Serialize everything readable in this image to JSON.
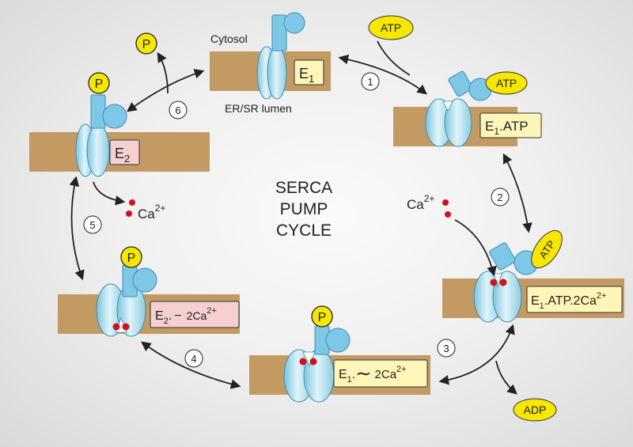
{
  "labels": {
    "cytosol": "Cytosol",
    "lumen": "ER/SR lumen",
    "center_line1": "SERCA",
    "center_line2": "PUMP",
    "center_line3": "CYCLE"
  },
  "molecules": {
    "atp": "ATP",
    "adp": "ADP",
    "phosphate": "P",
    "calcium": "Ca",
    "calcium_charge": "2+"
  },
  "states": {
    "e1": {
      "main": "E",
      "sub": "1"
    },
    "e1_atp": {
      "main": "E",
      "sub": "1",
      "rest": ".ATP"
    },
    "e1_atp_2ca": {
      "main": "E",
      "sub": "1",
      "rest": ".ATP.2Ca",
      "sup": "2+"
    },
    "e1_p_2ca": {
      "main": "E",
      "sub": "1",
      "rest": ".",
      "tilde": "∼",
      "ca": " 2Ca",
      "sup": "2+"
    },
    "e2_p_2ca": {
      "main": "E",
      "sub": "2",
      "rest": ".",
      "dash": "−",
      "ca": "2Ca",
      "sup": "2+"
    },
    "e2": {
      "main": "E",
      "sub": "2"
    }
  },
  "steps": [
    "1",
    "2",
    "3",
    "4",
    "5",
    "6"
  ],
  "colors": {
    "membrane": "#c49a63",
    "protein": "#a9dcea",
    "protein_head": "#7fc7e6",
    "atp_fill": "#f6e600",
    "calcium": "#d1111b",
    "state_label": "#fdf6b8",
    "state_label_e2": "#f6cfd0"
  }
}
